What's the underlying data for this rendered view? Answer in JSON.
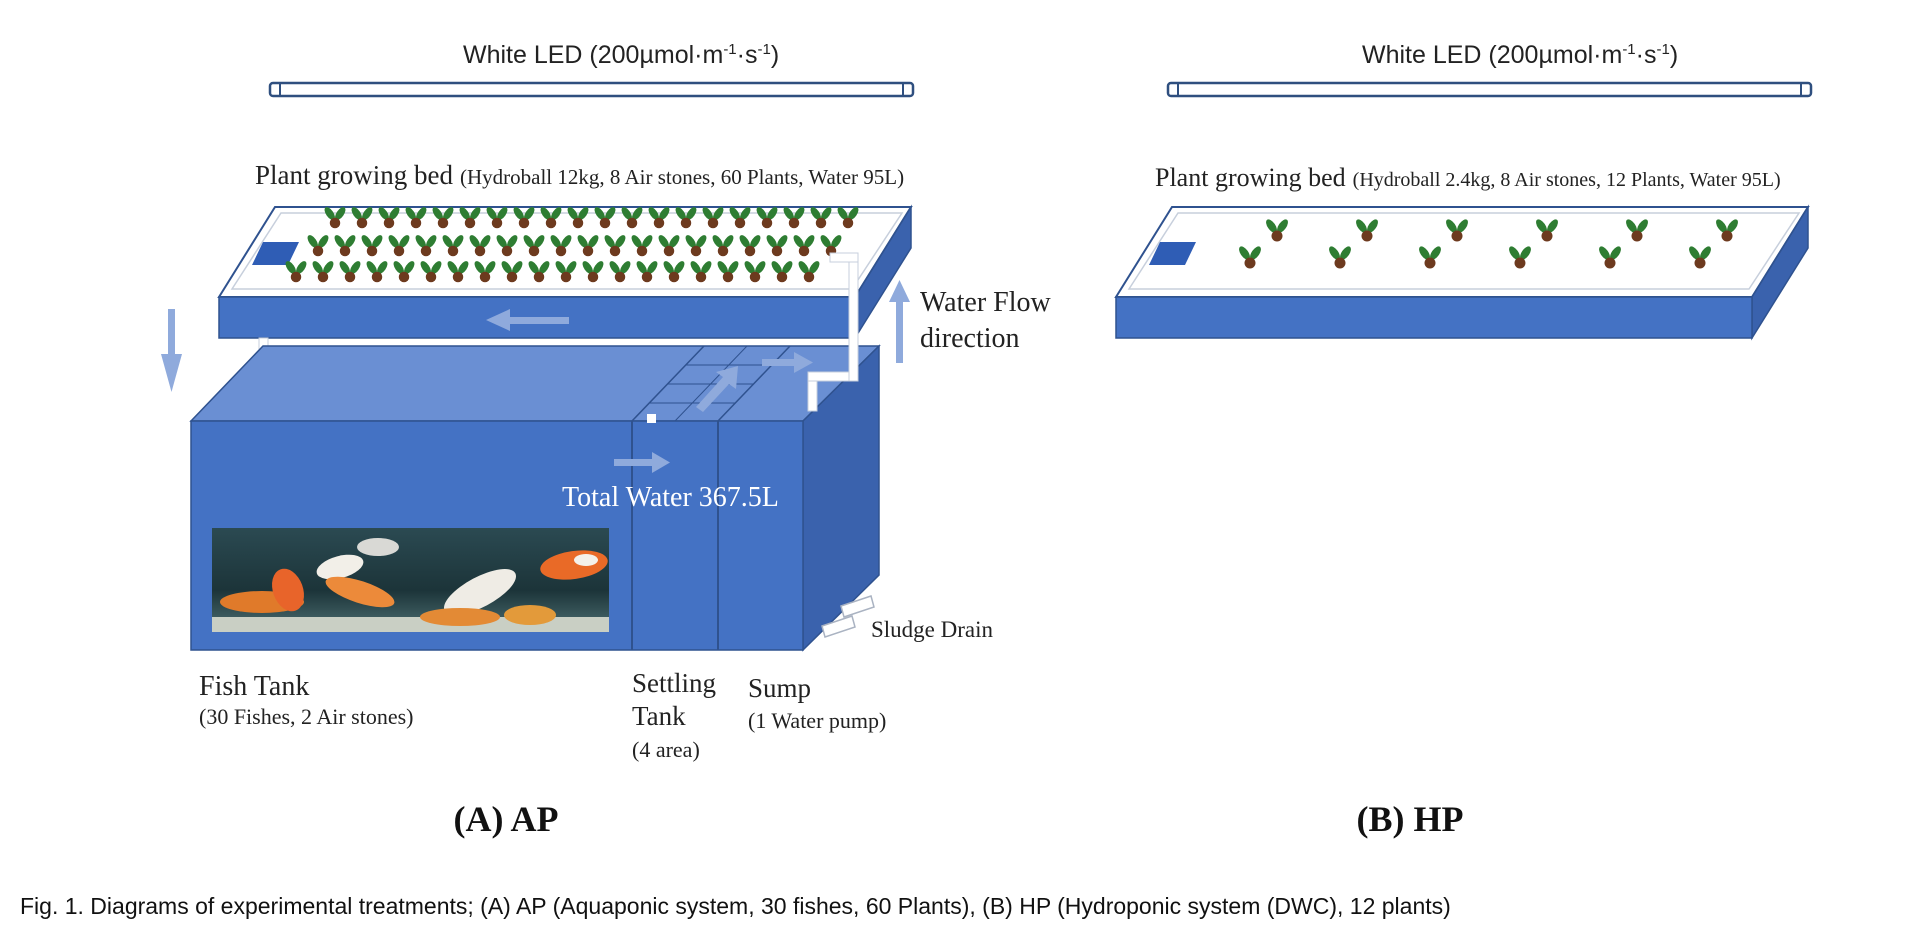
{
  "panel_a": {
    "led_label": "White LED (200µmol·m",
    "led_sup1": "-1",
    "led_mid": "·s",
    "led_sup2": "-1",
    "led_close": ")",
    "bed_title": "Plant growing bed",
    "bed_detail": "(Hydroball 12kg, 8 Air stones, 60 Plants, Water 95L)",
    "flow_line1": "Water Flow",
    "flow_line2": "direction",
    "total_water": "Total Water 367.5L",
    "sludge_drain": "Sludge Drain",
    "fish_tank": "Fish Tank",
    "fish_tank_detail": "(30 Fishes, 2 Air stones)",
    "settling_line1": "Settling",
    "settling_line2": "Tank",
    "settling_detail": "(4 area)",
    "sump": "Sump",
    "sump_detail": "(1 Water pump)",
    "panel_label": "(A) AP"
  },
  "panel_b": {
    "led_label": "White LED (200µmol·m",
    "led_sup1": "-1",
    "led_mid": "·s",
    "led_sup2": "-1",
    "led_close": ")",
    "bed_title": "Plant growing bed",
    "bed_detail": "(Hydroball 2.4kg, 8 Air stones, 12 Plants, Water 95L)",
    "panel_label": "(B) HP"
  },
  "caption": "Fig. 1. Diagrams of experimental treatments; (A) AP (Aquaponic system, 30 fishes, 60 Plants), (B) HP (Hydroponic system (DWC), 12 plants)",
  "colors": {
    "tank_front": "#4472c4",
    "tank_side": "#3a62ad",
    "tank_top": "#6a8fd3",
    "outline": "#2f528f",
    "arrow": "#8faadc",
    "bed_surface": "#ffffff",
    "plant_leaf": "#2e7d32",
    "plant_pot": "#6d3a1e",
    "led_tube": "#2f4f7f"
  }
}
